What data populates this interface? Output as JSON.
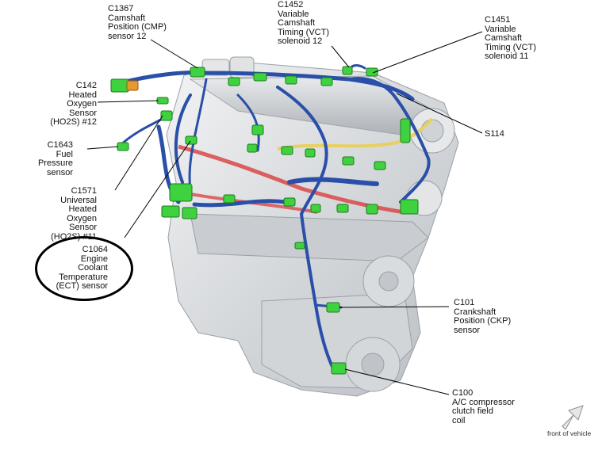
{
  "labels": {
    "c1367": "C1367\nCamshaft\nPosition (CMP)\nsensor 12",
    "c1452": "C1452\nVariable\nCamshaft\nTiming (VCT)\nsolenoid 12",
    "c1451": "C1451\nVariable\nCamshaft\nTiming (VCT)\nsolenoid 11",
    "c142": "C142\nHeated\nOxygen\nSensor\n(HO2S) #12",
    "c1643": "C1643\nFuel\nPressure\nsensor",
    "c1571": "C1571\nUniversal\nHeated\nOxygen\nSensor\n(HO2S) #11",
    "c1064": "C1064\nEngine\nCoolant\nTemperature\n(ECT) sensor",
    "s114": "S114",
    "c101": "C101\nCrankshaft\nPosition (CKP)\nsensor",
    "c100": "C100\nA/C compressor\nclutch field\ncoil",
    "front": "front of vehicle"
  },
  "colors": {
    "harness": "#2a4fa8",
    "connector": "#3fd23f",
    "coolant_line": "#d94848",
    "fuel_line": "#e8d060",
    "engine": "#d9dcdf",
    "callout": "#000000"
  },
  "icons": [
    "front-of-vehicle-arrow-icon"
  ]
}
